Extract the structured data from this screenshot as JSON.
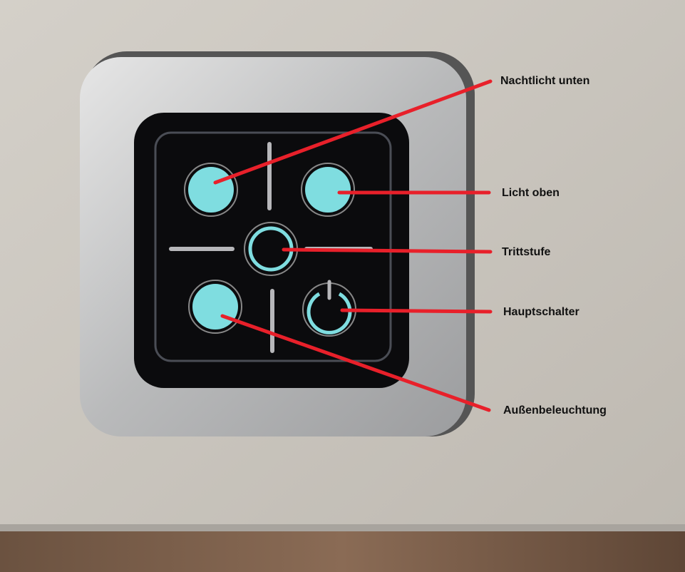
{
  "labels": {
    "nachtlicht": "Nachtlicht unten",
    "licht_oben": "Licht oben",
    "trittstufe": "Trittstufe",
    "hauptschalter": "Hauptschalter",
    "aussen": "Außenbeleuchtung"
  },
  "colors": {
    "led": "#7fdde0",
    "annotation": "#e8202a",
    "panel": "#0b0b0d"
  }
}
